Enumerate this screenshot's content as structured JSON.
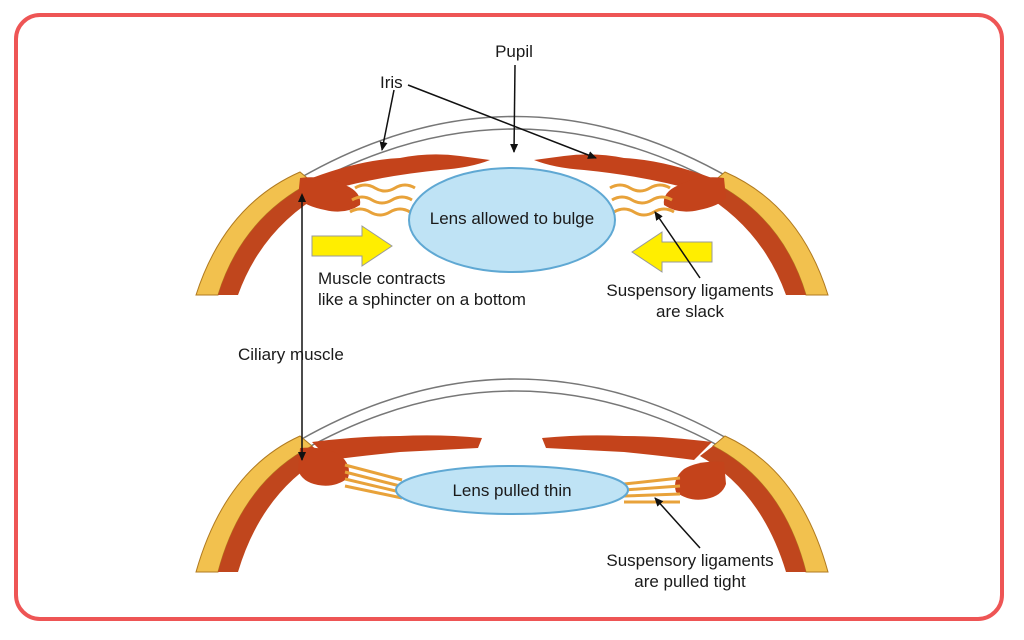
{
  "labels": {
    "pupil": "Pupil",
    "iris": "Iris",
    "lens_bulge": "Lens allowed to bulge",
    "muscle_contracts_1": "Muscle contracts",
    "muscle_contracts_2": "like a sphincter on a bottom",
    "suspensory_slack_1": "Suspensory ligaments",
    "suspensory_slack_2": "are slack",
    "ciliary_muscle": "Ciliary muscle",
    "lens_thin": "Lens pulled thin",
    "suspensory_tight_1": "Suspensory ligaments",
    "suspensory_tight_2": "are pulled tight"
  },
  "colors": {
    "border": "#ee5555",
    "sclera_outer": "#f2c14e",
    "choroid": "#c0461d",
    "iris": "#c4431b",
    "lens_fill": "#bfe3f5",
    "lens_stroke": "#5fa8d3",
    "ligament": "#e8a23a",
    "arrow_yellow": "#ffee00"
  }
}
